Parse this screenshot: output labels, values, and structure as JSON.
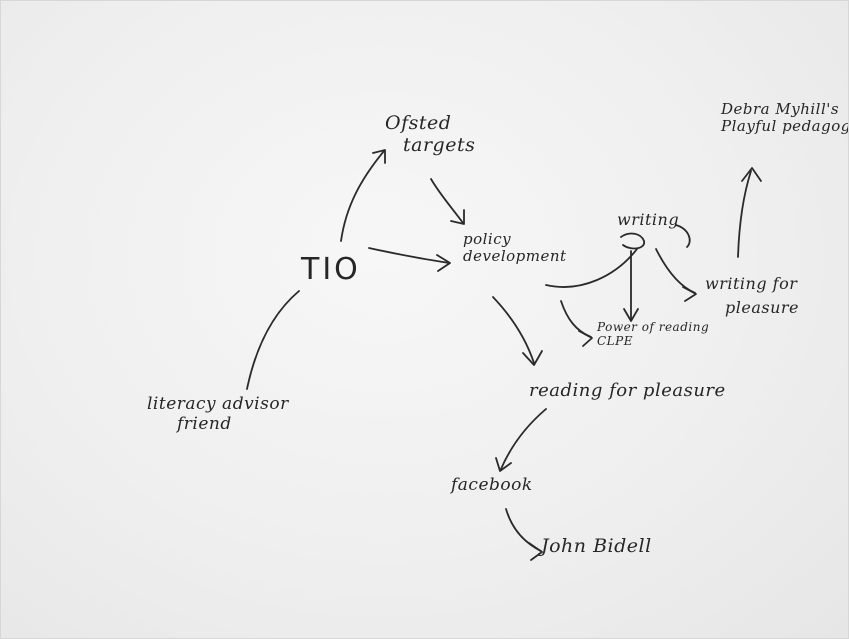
{
  "nodes": {
    "ofsted": {
      "line1": "Ofsted",
      "line2": "targets"
    },
    "tio": {
      "label": "TIO"
    },
    "policy": {
      "line1": "policy",
      "line2": "development"
    },
    "writing": {
      "label": "writing"
    },
    "debra": {
      "line1": "Debra Myhill's",
      "line2": "Playful pedagogies"
    },
    "writing_pleasure": {
      "line1": "writing for",
      "line2": "pleasure"
    },
    "power": {
      "line1": "Power of reading",
      "line2": "CLPE"
    },
    "literacy": {
      "line1": "literacy advisor",
      "line2": "friend"
    },
    "reading": {
      "label": "reading for pleasure"
    },
    "facebook": {
      "label": "facebook"
    },
    "john": {
      "label": "John Bidell"
    }
  },
  "colors": {
    "ink": "#262626",
    "paper": "#efefef"
  }
}
